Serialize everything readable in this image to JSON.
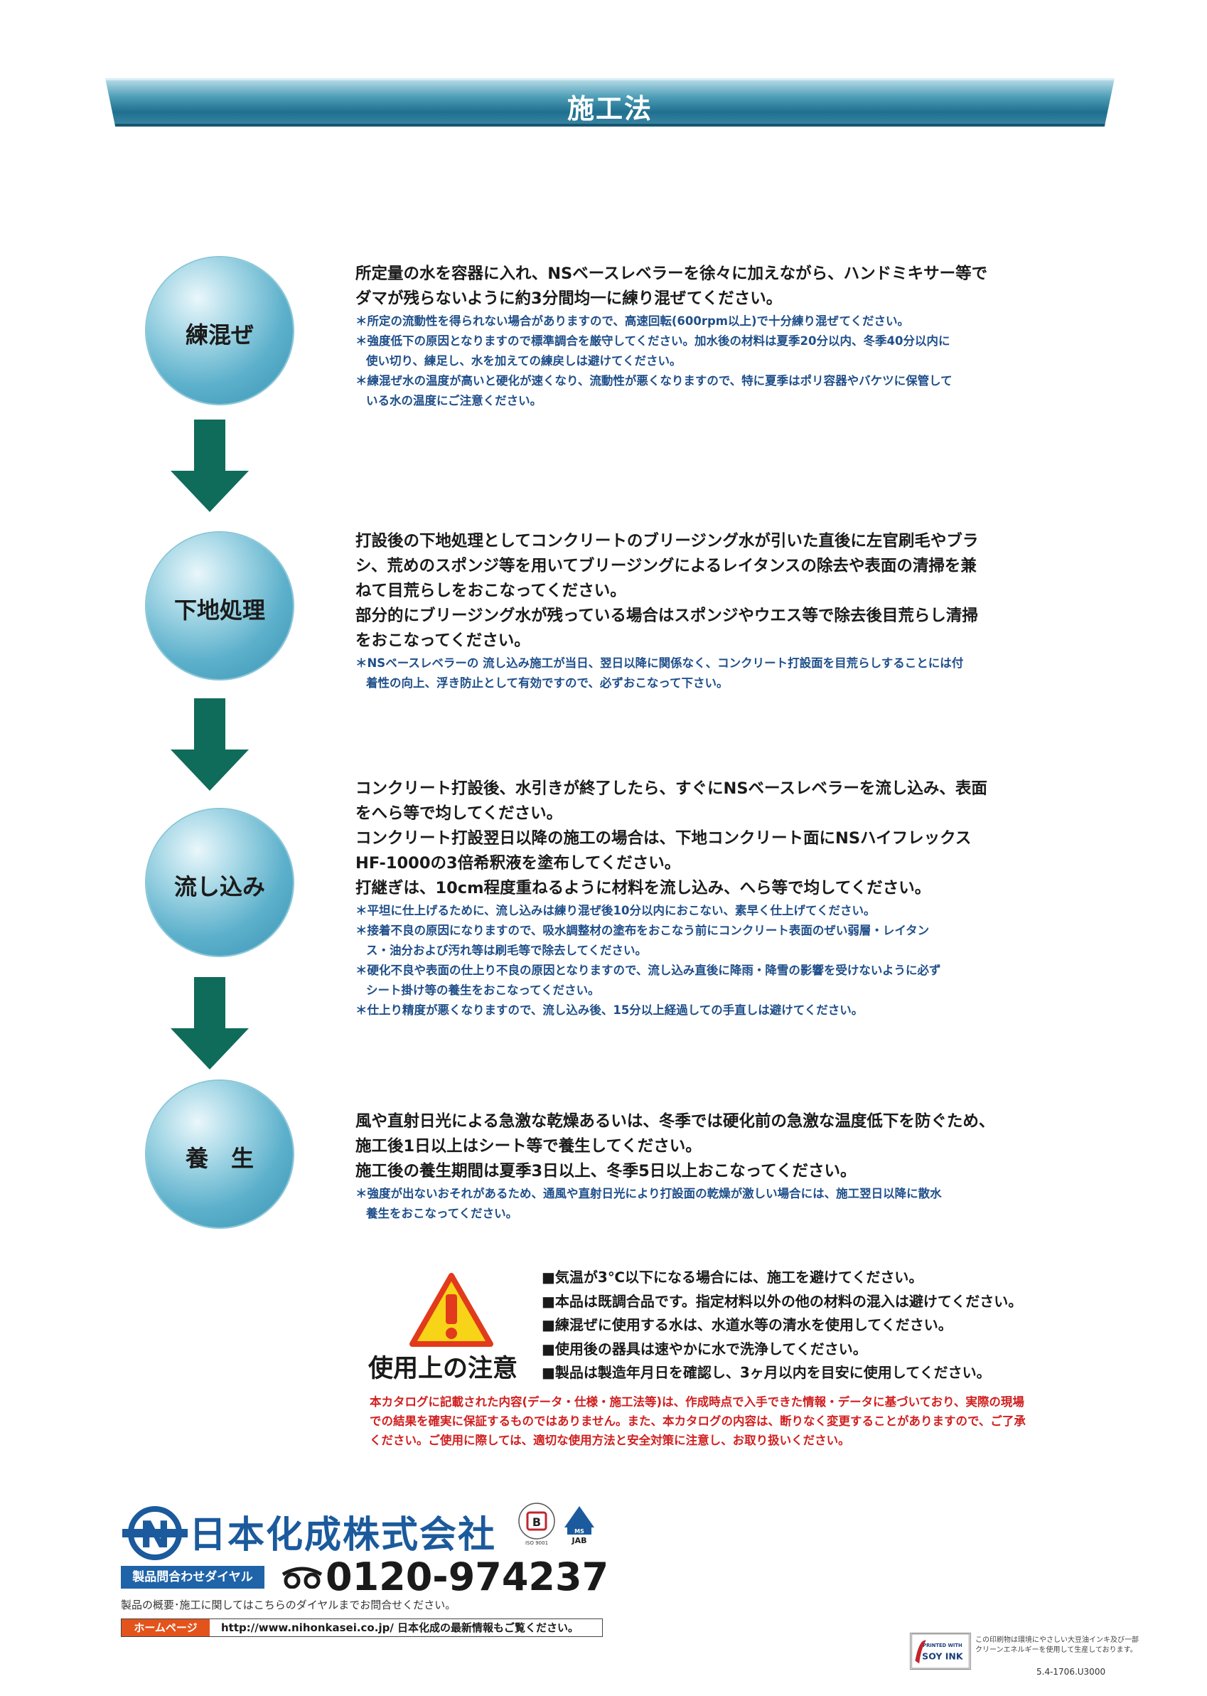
{
  "header": {
    "title": "施工法"
  },
  "steps": [
    {
      "label": "練混ぜ",
      "main": [
        "所定量の水を容器に入れ、NSベースレベラーを徐々に加えながら、ハンドミキサー等で",
        "ダマが残らないように約3分間均一に練り混ぜてください。"
      ],
      "notes": [
        "＊所定の流動性を得られない場合がありますので、高速回転(600rpm以上)で十分練り混ぜてください。",
        "＊強度低下の原因となりますので標準調合を厳守してください。加水後の材料は夏季20分以内、冬季40分以内に",
        "使い切り、練足し、水を加えての練戻しは避けてください。",
        "＊練混ぜ水の温度が高いと硬化が速くなり、流動性が悪くなりますので、特に夏季はポリ容器やバケツに保管して",
        "いる水の温度にご注意ください。"
      ]
    },
    {
      "label": "下地処理",
      "main": [
        "打設後の下地処理としてコンクリートのブリージング水が引いた直後に左官刷毛やブラ",
        "シ、荒めのスポンジ等を用いてブリージングによるレイタンスの除去や表面の清掃を兼",
        "ねて目荒らしをおこなってください。",
        "部分的にブリージング水が残っている場合はスポンジやウエス等で除去後目荒らし清掃",
        "をおこなってください。"
      ],
      "notes": [
        "＊NSベースレベラーの 流し込み施工が当日、翌日以降に関係なく、コンクリート打設面を目荒らしすることには付",
        "着性の向上、浮き防止として有効ですので、必ずおこなって下さい。"
      ]
    },
    {
      "label": "流し込み",
      "main": [
        "コンクリート打設後、水引きが終了したら、すぐにNSベースレベラーを流し込み、表面",
        "をへら等で均してください。",
        "コンクリート打設翌日以降の施工の場合は、下地コンクリート面にNSハイフレックス",
        "HF-1000の3倍希釈液を塗布してください。",
        "打継ぎは、10cm程度重ねるように材料を流し込み、へら等で均してください。"
      ],
      "notes": [
        "＊平坦に仕上げるために、流し込みは練り混ぜ後10分以内におこない、素早く仕上げてください。",
        "＊接着不良の原因になりますので、吸水調整材の塗布をおこなう前にコンクリート表面のぜい弱層・レイタン",
        "ス・油分および汚れ等は刷毛等で除去してください。",
        "＊硬化不良や表面の仕上り不良の原因となりますので、流し込み直後に降雨・降雪の影響を受けないように必ず",
        "シート掛け等の養生をおこなってください。",
        "＊仕上り精度が悪くなりますので、流し込み後、15分以上経過しての手直しは避けてください。"
      ]
    },
    {
      "label": "養　生",
      "main": [
        "風や直射日光による急激な乾燥あるいは、冬季では硬化前の急激な温度低下を防ぐため、",
        "施工後1日以上はシート等で養生してください。",
        "施工後の養生期間は夏季3日以上、冬季5日以上おこなってください。"
      ],
      "notes": [
        "＊強度が出ないおそれがあるため、通風や直射日光により打設面の乾燥が激しい場合には、施工翌日以降に散水",
        "養生をおこなってください。"
      ]
    }
  ],
  "caution": {
    "title": "使用上の注意",
    "items": [
      "■気温が3℃以下になる場合には、施工を避けてください。",
      "■本品は既調合品です。指定材料以外の他の材料の混入は避けてください。",
      "■練混ぜに使用する水は、水道水等の清水を使用してください。",
      "■使用後の器具は速やかに水で洗浄してください。",
      "■製品は製造年月日を確認し、3ヶ月以内を目安に使用してください。"
    ],
    "disclaimer": [
      "本カタログに記載された内容(データ・仕様・施工法等)は、作成時点で入手できた情報・データに基づいており、実際の現場",
      "での結果を確実に保証するものではありません。また、本カタログの内容は、断りなく変更することがありますので、ご了承",
      "ください。ご使用に際しては、適切な使用方法と安全対策に注意し、お取り扱いください。"
    ]
  },
  "footer": {
    "company": "日本化成株式会社",
    "phone_label": "製品問合わせダイヤル",
    "phone": "0120-974237",
    "phone_note": "製品の概要･施工に関してはこちらのダイヤルまでお問合せください。",
    "hp_label": "ホームページ",
    "hp_text": "http://www.nihonkasei.co.jp/ 日本化成の最新情報もご覧ください。",
    "cert1_text": "ISO 9001",
    "cert2_text": "JAB",
    "soy_text": "SOY INK",
    "soy_note": [
      "この印刷物は環境にやさしい大豆油インキ及び一部",
      "クリーンエネルギーを使用して生産しております。"
    ],
    "catalog_code": "5.4-1706.U3000"
  },
  "colors": {
    "header_blue": "#1f6f8f",
    "arrow_green": "#0f6b5a",
    "note_blue": "#1f4f8a",
    "warning_red": "#d11f1f",
    "company_blue": "#1b5a9c"
  }
}
